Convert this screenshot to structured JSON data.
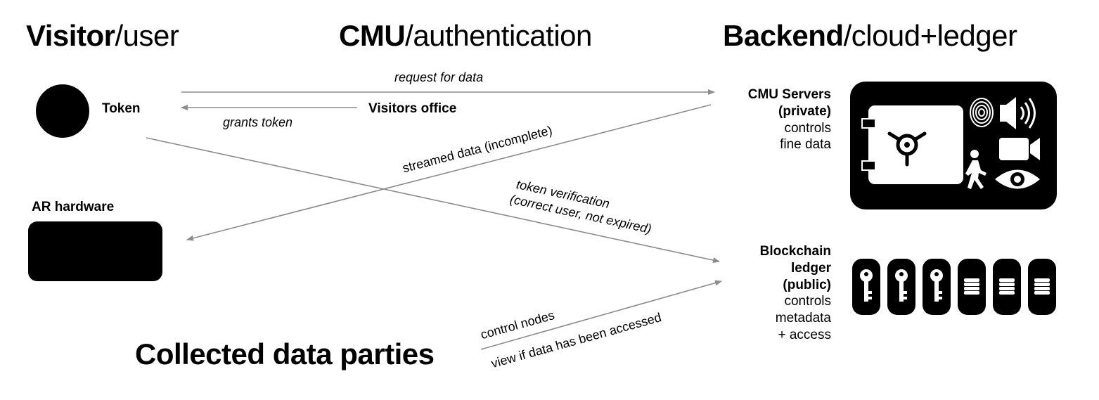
{
  "headings": {
    "visitor": {
      "bold": "Visitor",
      "rest": "/user"
    },
    "cmu": {
      "bold": "CMU",
      "rest": "/authentication"
    },
    "backend": {
      "bold": "Backend",
      "rest": "/cloud+ledger"
    },
    "collected": "Collected data parties"
  },
  "nodes": {
    "token": "Token",
    "visitors_office": "Visitors office",
    "ar_hardware": "AR hardware",
    "cmu_servers": [
      "CMU Servers",
      "(private)",
      "controls",
      "fine data"
    ],
    "blockchain": [
      "Blockchain",
      "ledger",
      "(public)",
      "controls",
      "metadata",
      "+ access"
    ]
  },
  "edges": {
    "request": "request for data",
    "grants": "grants token",
    "streamed": "streamed data (incomplete)",
    "verification_1": "token verification",
    "verification_2": "(correct user, not expired)",
    "control_nodes": "control nodes",
    "view_access": "view if data has been accessed"
  },
  "icons": {
    "vault": "vault-icon",
    "fingerprint": "fingerprint-icon",
    "speaker": "speaker-icon",
    "walking": "walking-person-icon",
    "camera": "video-camera-icon",
    "eye": "eye-icon",
    "key": "key-icon",
    "coins": "coin-stack-icon"
  },
  "colors": {
    "ink": "#000000",
    "arrow": "#8c8c8c",
    "paper": "#ffffff"
  }
}
